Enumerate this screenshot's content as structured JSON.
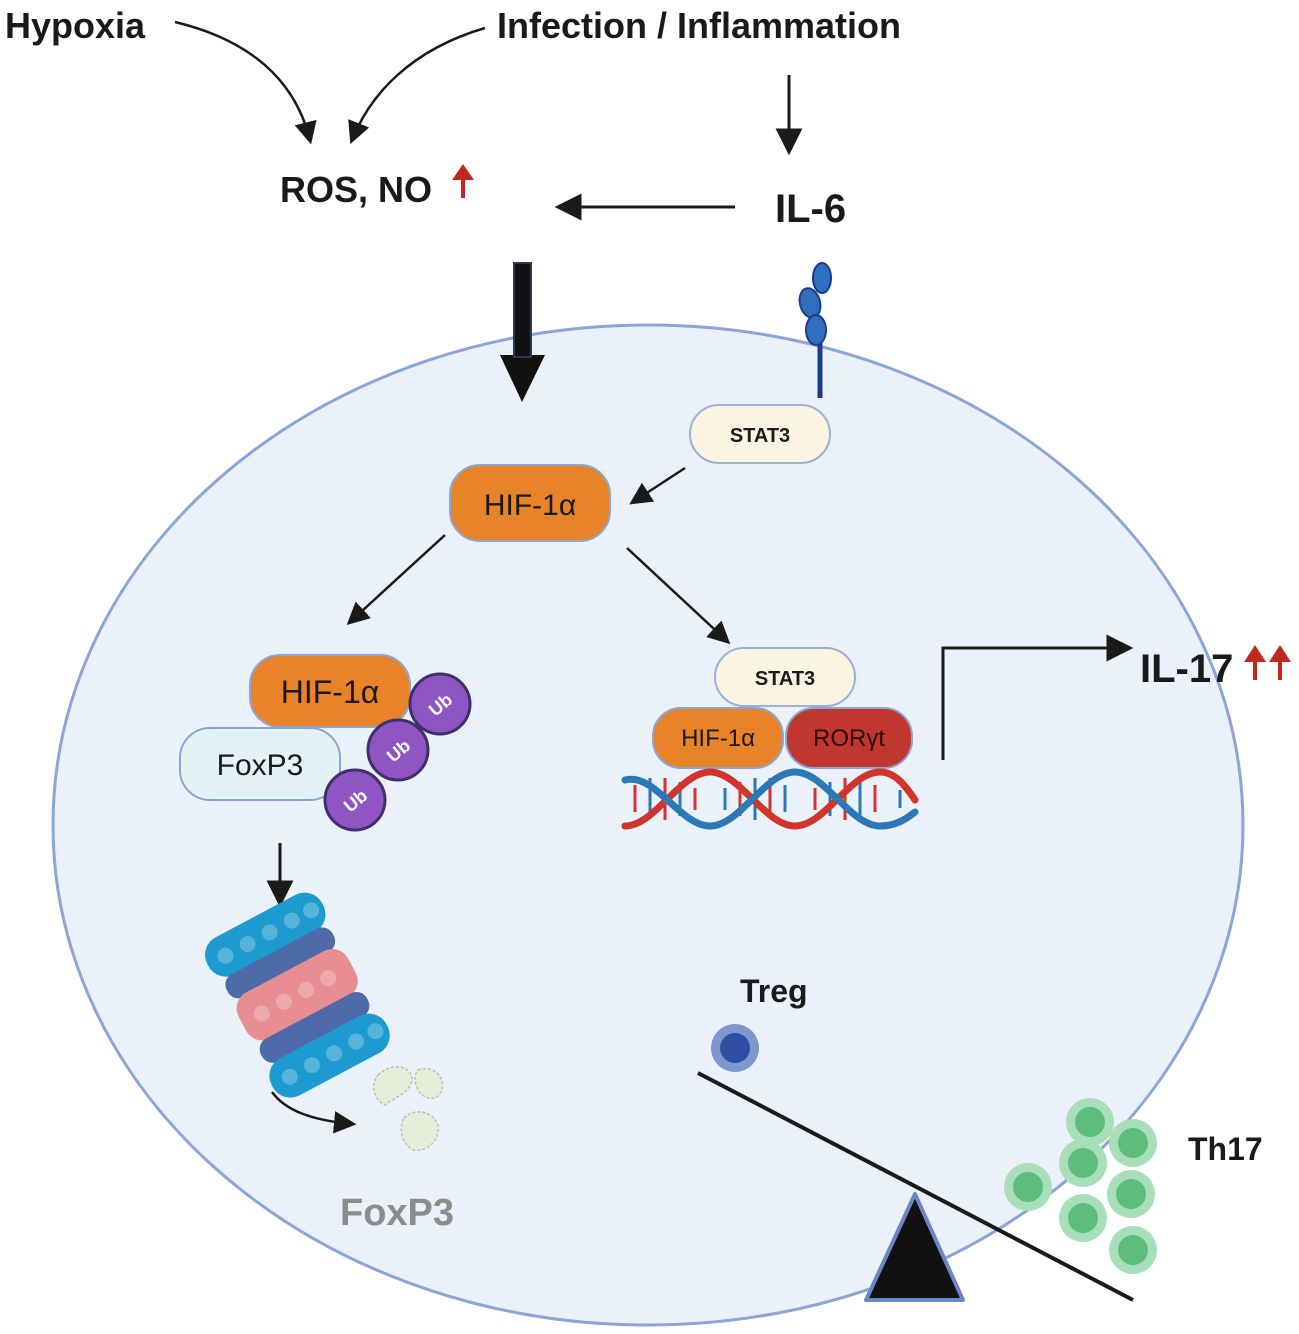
{
  "labels": {
    "hypoxia": "Hypoxia",
    "infection": "Infection / Inflammation",
    "ros_no": "ROS, NO",
    "il6": "IL-6",
    "stat3_top": "STAT3",
    "hif_top": "HIF-1α",
    "hif_left": "HIF-1α",
    "foxp3_box": "FoxP3",
    "ub": "Ub",
    "stat3_right": "STAT3",
    "hif_right": "HIF-1α",
    "rorgt": "RORγt",
    "il17": "IL-17",
    "treg": "Treg",
    "th17": "Th17",
    "foxp3_degraded": "FoxP3"
  },
  "colors": {
    "cell_fill": "#eaf1fb",
    "cell_stroke": "#8aa5d6",
    "hif_orange": "#e8832a",
    "ror_red": "#c0372f",
    "stat3_fill": "#fdf3e1",
    "foxp3_fill": "#e2f2f6",
    "ub_purple": "#8f55c2",
    "up_arrow_red": "#c0271f",
    "dna_red": "#d1342b",
    "dna_blue": "#2a78b6",
    "proteasome_blue": "#1d9bd0",
    "proteasome_pink": "#e68e92",
    "proteasome_navy": "#4e6aa8",
    "th17_green": "#6cc48a",
    "treg_blue": "#3d61b0"
  },
  "icons": [
    "receptor-icon",
    "dna-icon",
    "proteasome-icon",
    "ubiquitin-icon",
    "degraded-fragments-icon",
    "up-arrow-icon",
    "seesaw-icon",
    "cell-icon"
  ]
}
